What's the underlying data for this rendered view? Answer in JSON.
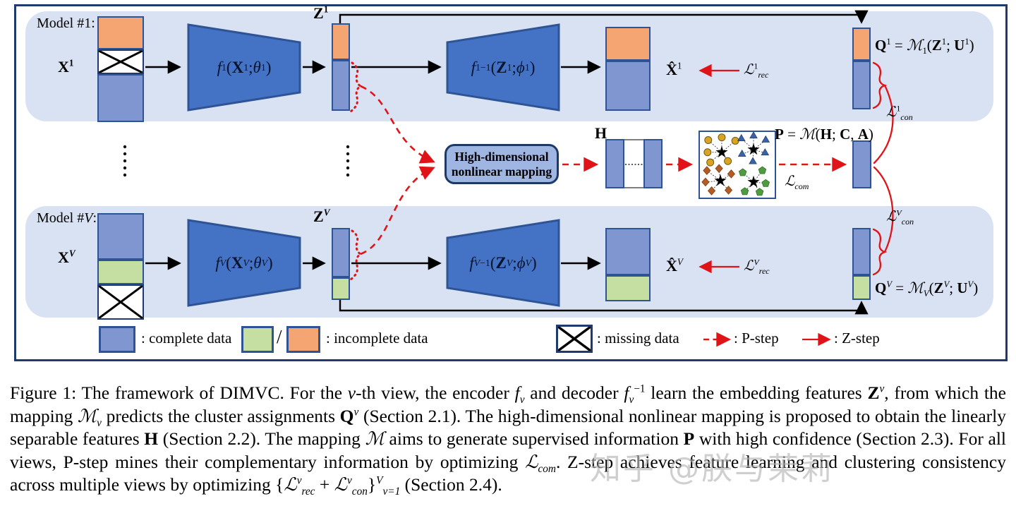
{
  "labels": {
    "model1": [
      [
        "Model #1:",
        ""
      ]
    ],
    "modelV": [
      [
        "Model #",
        ""
      ],
      [
        "V",
        "i"
      ],
      [
        ":",
        ""
      ]
    ],
    "x1": [
      [
        "X",
        "b"
      ],
      [
        "1",
        "b sup"
      ]
    ],
    "xV": [
      [
        "X",
        "b"
      ],
      [
        "V",
        "b sup i"
      ]
    ],
    "z1": [
      [
        "Z",
        "b"
      ],
      [
        "1",
        "b sup"
      ]
    ],
    "zV": [
      [
        "Z",
        "b"
      ],
      [
        "V",
        "b sup i"
      ]
    ],
    "enc1": [
      [
        "f",
        "i"
      ],
      [
        "1",
        "sub"
      ],
      [
        "(",
        ""
      ],
      [
        "X",
        "b"
      ],
      [
        "1",
        "sup"
      ],
      [
        "; ",
        ""
      ],
      [
        "θ",
        "i"
      ],
      [
        "1",
        "sup"
      ],
      [
        ")",
        ""
      ]
    ],
    "encV": [
      [
        "f",
        "i"
      ],
      [
        "V",
        "sub i"
      ],
      [
        "(",
        ""
      ],
      [
        "X",
        "b"
      ],
      [
        "V",
        "sup i"
      ],
      [
        "; ",
        ""
      ],
      [
        "θ",
        "i"
      ],
      [
        "V",
        "sup i"
      ],
      [
        ")",
        ""
      ]
    ],
    "dec1": [
      [
        "f",
        "i"
      ],
      [
        "1",
        "sub"
      ],
      [
        "−1",
        "sup"
      ],
      [
        "(",
        ""
      ],
      [
        "Z",
        "b"
      ],
      [
        "1",
        "sup"
      ],
      [
        "; ",
        ""
      ],
      [
        "ϕ",
        "i"
      ],
      [
        "1",
        "sup"
      ],
      [
        ")",
        ""
      ]
    ],
    "decV": [
      [
        "f",
        "i"
      ],
      [
        "V",
        "sub i"
      ],
      [
        "−1",
        "sup"
      ],
      [
        "(",
        ""
      ],
      [
        "Z",
        "b"
      ],
      [
        "V",
        "sup i"
      ],
      [
        "; ",
        ""
      ],
      [
        "ϕ",
        "i"
      ],
      [
        "V",
        "sup i"
      ],
      [
        ")",
        ""
      ]
    ],
    "xhat1": [
      [
        "X̂",
        "b"
      ],
      [
        "1",
        "sup"
      ]
    ],
    "xhatV": [
      [
        "X̂",
        "b"
      ],
      [
        "V",
        "sup i"
      ]
    ],
    "q1eq": [
      [
        "Q",
        "b"
      ],
      [
        "1",
        "sup"
      ],
      [
        " = ",
        ""
      ],
      [
        "ℳ",
        "i"
      ],
      [
        "1",
        "sub"
      ],
      [
        "(",
        ""
      ],
      [
        "Z",
        "b"
      ],
      [
        "1",
        "sup"
      ],
      [
        "; ",
        ""
      ],
      [
        "U",
        "b"
      ],
      [
        "1",
        "sup"
      ],
      [
        ")",
        ""
      ]
    ],
    "qVeq": [
      [
        "Q",
        "b"
      ],
      [
        "V",
        "sup i"
      ],
      [
        " = ",
        ""
      ],
      [
        "ℳ",
        "i"
      ],
      [
        "V",
        "sub i"
      ],
      [
        "(",
        ""
      ],
      [
        "Z",
        "b"
      ],
      [
        "V",
        "sup i"
      ],
      [
        "; ",
        ""
      ],
      [
        "U",
        "b"
      ],
      [
        "V",
        "sup i"
      ],
      [
        ")",
        ""
      ]
    ],
    "peq": [
      [
        "P",
        "b"
      ],
      [
        " = ",
        ""
      ],
      [
        "ℳ",
        "i"
      ],
      [
        "(",
        ""
      ],
      [
        "H",
        "b"
      ],
      [
        "; ",
        ""
      ],
      [
        "C",
        "b"
      ],
      [
        ", ",
        ""
      ],
      [
        "A",
        "b"
      ],
      [
        ")",
        ""
      ]
    ],
    "h": [
      [
        "H",
        "b"
      ]
    ],
    "lrec1": [
      [
        "ℒ",
        "i"
      ],
      [
        "1",
        "sup"
      ],
      [
        "rec",
        "sub i"
      ]
    ],
    "lrecV": [
      [
        "ℒ",
        "i"
      ],
      [
        "V",
        "sup i"
      ],
      [
        "rec",
        "sub i"
      ]
    ],
    "lcon1": [
      [
        "ℒ",
        "i"
      ],
      [
        "1",
        "sup"
      ],
      [
        "con",
        "sub i"
      ]
    ],
    "lconV": [
      [
        "ℒ",
        "i"
      ],
      [
        "V",
        "sup i"
      ],
      [
        "con",
        "sub i"
      ]
    ],
    "lcom": [
      [
        "ℒ",
        "i"
      ],
      [
        "com",
        "sub i"
      ]
    ],
    "mapping_line1": "High-dimensional",
    "mapping_line2": "nonlinear mapping"
  },
  "legend": {
    "complete": ": complete data",
    "slash": "/",
    "incomplete": ": incomplete data",
    "missing": ": missing data",
    "p_step": ": P-step",
    "z_step": ": Z-step"
  },
  "caption_segments": [
    [
      "Figure 1: The framework of DIMVC. For the ",
      ""
    ],
    [
      "v",
      "i"
    ],
    [
      "-th view, the encoder ",
      ""
    ],
    [
      "f",
      "i"
    ],
    [
      "v",
      "sub i"
    ],
    [
      " and decoder ",
      ""
    ],
    [
      "f",
      "i"
    ],
    [
      "v",
      "sub i"
    ],
    [
      "−1",
      "sup"
    ],
    [
      " learn the embedding features ",
      ""
    ],
    [
      "Z",
      "b"
    ],
    [
      "v",
      "sup i"
    ],
    [
      ", from which the mapping ",
      ""
    ],
    [
      "ℳ",
      "i"
    ],
    [
      "v",
      "sub i"
    ],
    [
      " predicts the cluster assignments ",
      ""
    ],
    [
      "Q",
      "b"
    ],
    [
      "v",
      "sup i"
    ],
    [
      " (Section 2.1). The high-dimensional nonlinear mapping is proposed to obtain the linearly separable features ",
      ""
    ],
    [
      "H",
      "b"
    ],
    [
      " (Section 2.2). The mapping ",
      ""
    ],
    [
      "ℳ",
      "i"
    ],
    [
      " aims to generate supervised information ",
      ""
    ],
    [
      "P",
      "b"
    ],
    [
      " with high confidence (Section 2.3). For all views, P-step mines their complementary information by optimizing ",
      ""
    ],
    [
      "ℒ",
      "i"
    ],
    [
      "com",
      "sub i"
    ],
    [
      ". Z-step achieves feature learning and clustering consistency across multiple views by optimizing ",
      ""
    ],
    [
      "{",
      ""
    ],
    [
      "ℒ",
      "i"
    ],
    [
      "v",
      "sup i"
    ],
    [
      "rec",
      "sub i"
    ],
    [
      " + ",
      ""
    ],
    [
      "ℒ",
      "i"
    ],
    [
      "v",
      "sup i"
    ],
    [
      "con",
      "sub i"
    ],
    [
      "}",
      ""
    ],
    [
      "V",
      "sup i"
    ],
    [
      "v=1",
      "sub i"
    ],
    [
      " (Section 2.4).",
      ""
    ]
  ],
  "watermark": "知乎 @朕与茉莉",
  "colors": {
    "panel_blue": "#d9e2f3",
    "complete_data_blue": "#8096d0",
    "incomplete_orange": "#f4a571",
    "incomplete_green": "#c5dfa3",
    "encoder_decoder_blue": "#4472c4",
    "border_navy": "#2f5496",
    "outer_border": "#1e3a6e",
    "arrow_red": "#e01418",
    "mapping_box_fill": "#9fb5e2",
    "watermark_gray": "#b2b2b2"
  },
  "scatter": {
    "clusters": [
      {
        "marker": "circle-icon",
        "color": "#d9a421"
      },
      {
        "marker": "triangle-icon",
        "color": "#3a62a7"
      },
      {
        "marker": "diamond-icon",
        "color": "#b35c26"
      },
      {
        "marker": "pentagon-icon",
        "color": "#4f9b3f"
      }
    ],
    "center_marker": "star-icon",
    "center_color": "#000000"
  }
}
